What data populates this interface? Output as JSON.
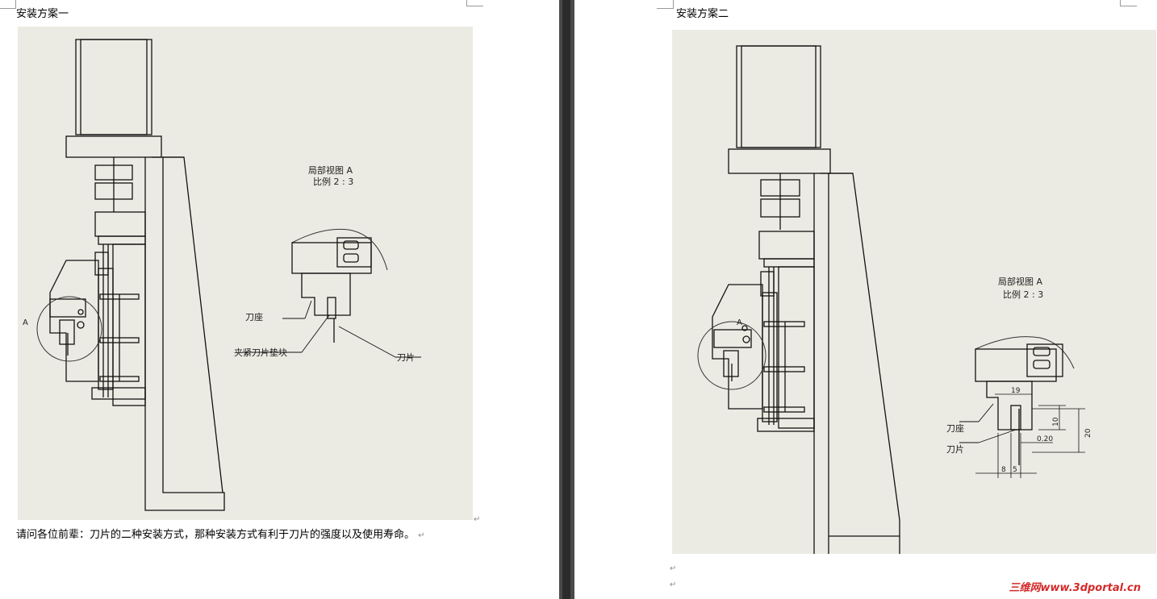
{
  "doc": {
    "left_page": {
      "heading": "安装方案一",
      "question": "请问各位前辈：刀片的二种安装方式，那种安装方式有利于刀片的强度以及使用寿命。",
      "paragraph_mark": "↵",
      "drawing": {
        "view_title": "局部视图 A",
        "view_scale": "比例 2 : 3",
        "detail_marker": "A",
        "callouts": {
          "holder": "刀座",
          "clamp_pad": "夹紧刀片垫块",
          "blade": "刀片"
        }
      }
    },
    "right_page": {
      "heading": "安装方案二",
      "paragraph_mark": "↵",
      "drawing": {
        "view_title": "局部视图 A",
        "view_scale": "比例 2 : 3",
        "detail_marker": "A",
        "callouts": {
          "holder": "刀座",
          "blade": "刀片"
        },
        "dimensions": {
          "width_top": "19",
          "depth_slot": "10",
          "gap": "0.20",
          "height_total": "20",
          "left_offset": "8",
          "blade_width": "5"
        }
      }
    }
  },
  "watermark": "三维网www.3dportal.cn",
  "colors": {
    "paper": "#ecebe3",
    "gutter": "#4a4a4a",
    "watermark": "#d32a2a"
  }
}
